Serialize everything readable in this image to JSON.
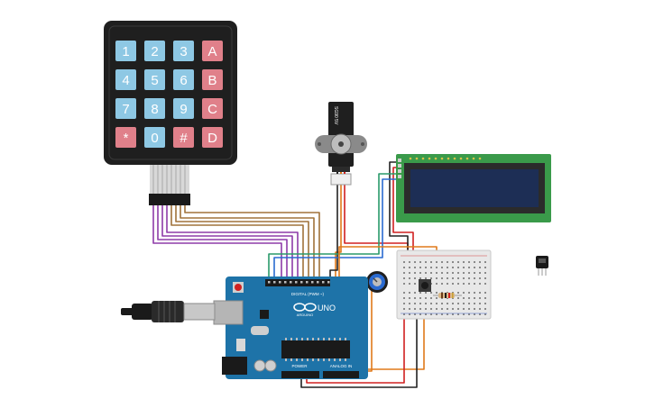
{
  "keypad": {
    "rows": [
      [
        {
          "label": "1",
          "kind": "num"
        },
        {
          "label": "2",
          "kind": "num"
        },
        {
          "label": "3",
          "kind": "num"
        },
        {
          "label": "A",
          "kind": "letter"
        }
      ],
      [
        {
          "label": "4",
          "kind": "num"
        },
        {
          "label": "5",
          "kind": "num"
        },
        {
          "label": "6",
          "kind": "num"
        },
        {
          "label": "B",
          "kind": "letter"
        }
      ],
      [
        {
          "label": "7",
          "kind": "num"
        },
        {
          "label": "8",
          "kind": "num"
        },
        {
          "label": "9",
          "kind": "num"
        },
        {
          "label": "C",
          "kind": "letter"
        }
      ],
      [
        {
          "label": "*",
          "kind": "letter"
        },
        {
          "label": "0",
          "kind": "num"
        },
        {
          "label": "#",
          "kind": "letter"
        },
        {
          "label": "D",
          "kind": "letter"
        }
      ]
    ]
  },
  "servo": {
    "label": "SG90 5V"
  },
  "arduino": {
    "brand": "ARDUINO",
    "model": "UNO",
    "digital_label": "DIGITAL (PWM ~)",
    "power_label": "POWER",
    "analog_label": "ANALOG IN"
  },
  "colors": {
    "keypad_body": "#1f1f1f",
    "key_num": "#8ec8e4",
    "key_letter": "#e0808a",
    "board": "#1e73a8",
    "lcd_pcb": "#3a9a4a",
    "lcd_screen": "#1d2e55",
    "breadboard": "#e8e8e8",
    "wire_purple": "#8e3ba8",
    "wire_brown": "#a0723a",
    "wire_orange": "#e07a1a",
    "wire_red": "#d02020",
    "wire_black": "#222222",
    "wire_green": "#2a9a6a",
    "wire_blue": "#2a6ad0"
  }
}
